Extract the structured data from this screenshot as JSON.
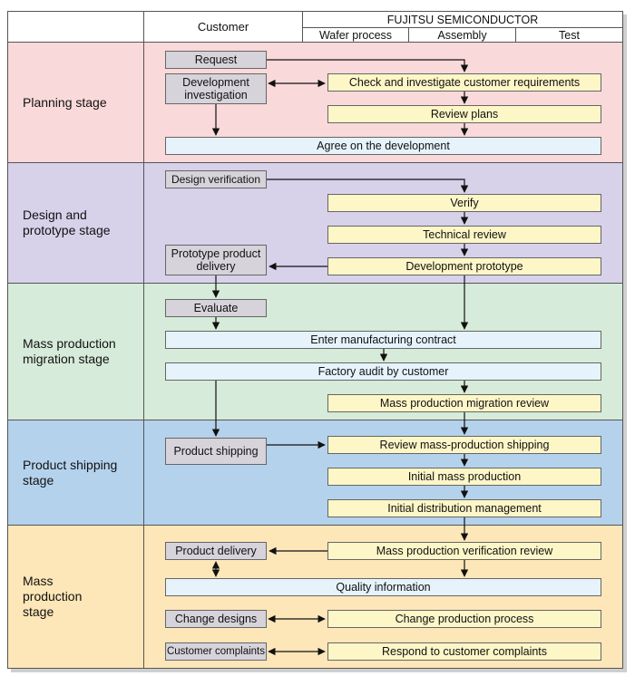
{
  "header": {
    "customer": "Customer",
    "company": "FUJITSU SEMICONDUCTOR",
    "wafer": "Wafer process",
    "assembly": "Assembly",
    "test": "Test"
  },
  "stages": {
    "planning": "Planning stage",
    "design": "Design and prototype stage",
    "migration": "Mass production migration stage",
    "shipping": "Product shipping stage",
    "mass": "Mass production stage"
  },
  "boxes": {
    "request": "Request",
    "dev_investigation": "Development investigation",
    "check_requirements": "Check and investigate customer requirements",
    "review_plans": "Review plans",
    "agree_development": "Agree on the development",
    "design_verification": "Design verification",
    "verify": "Verify",
    "technical_review": "Technical review",
    "prototype_delivery": "Prototype product delivery",
    "development_prototype": "Development prototype",
    "evaluate": "Evaluate",
    "manufacturing_contract": "Enter manufacturing contract",
    "factory_audit": "Factory audit by customer",
    "migration_review": "Mass production migration review",
    "product_shipping": "Product shipping",
    "review_shipping": "Review mass-production shipping",
    "initial_mass_production": "Initial mass production",
    "initial_distribution": "Initial distribution management",
    "product_delivery": "Product delivery",
    "verification_review": "Mass production verification review",
    "quality_information": "Quality information",
    "change_designs": "Change designs",
    "change_process": "Change production process",
    "customer_complaints": "Customer complaints",
    "respond_complaints": "Respond to customer complaints"
  },
  "colors": {
    "planning_bg": "#f9d9d9",
    "design_bg": "#d7d1ea",
    "migration_bg": "#d6ebd9",
    "shipping_bg": "#b5d2ec",
    "mass_bg": "#fde6b8"
  }
}
